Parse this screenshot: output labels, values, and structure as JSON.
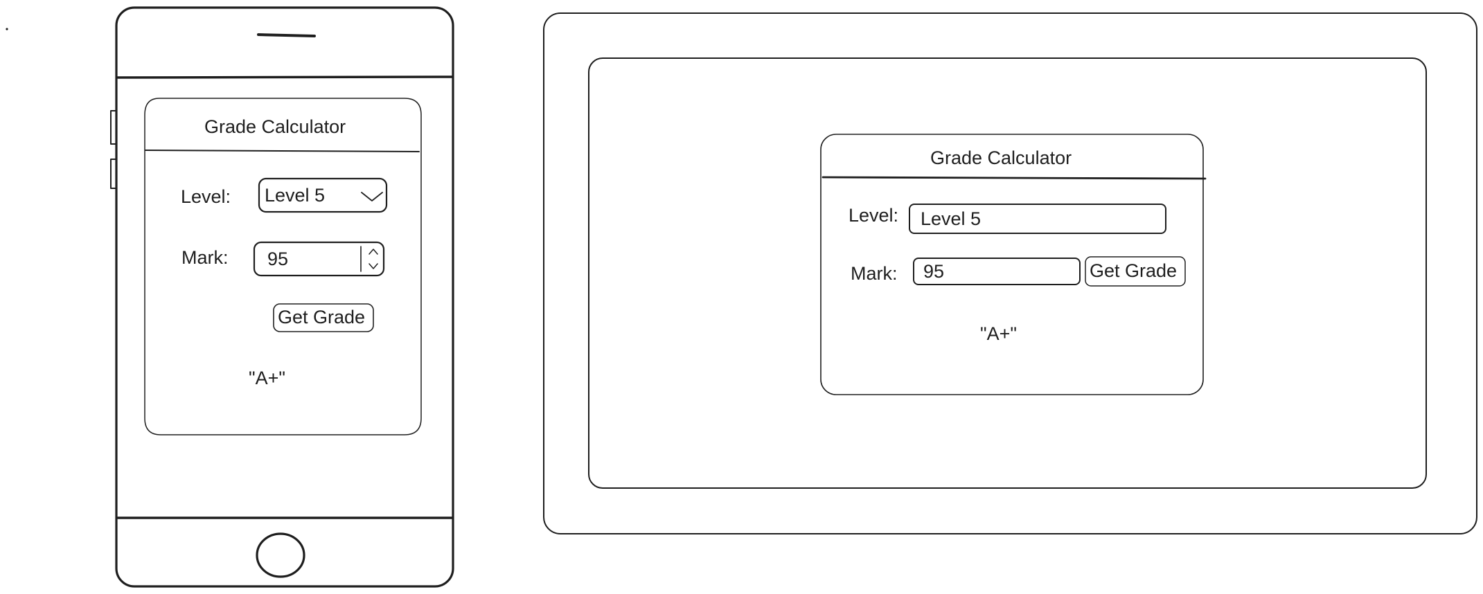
{
  "mobile": {
    "card_title": "Grade Calculator",
    "level_label": "Level:",
    "level_value": "Level 5",
    "mark_label": "Mark:",
    "mark_value": "95",
    "button_label": "Get Grade",
    "result": "\"A+\""
  },
  "desktop": {
    "card_title": "Grade Calculator",
    "level_label": "Level:",
    "level_value": "Level 5",
    "mark_label": "Mark:",
    "mark_value": "95",
    "button_label": "Get Grade",
    "result": "\"A+\""
  },
  "colors": {
    "stroke": "#1e1e1e",
    "background": "#ffffff"
  },
  "icons": [
    "chevron-down-icon",
    "stepper-up-icon",
    "stepper-down-icon",
    "home-button-icon",
    "speaker-icon"
  ]
}
